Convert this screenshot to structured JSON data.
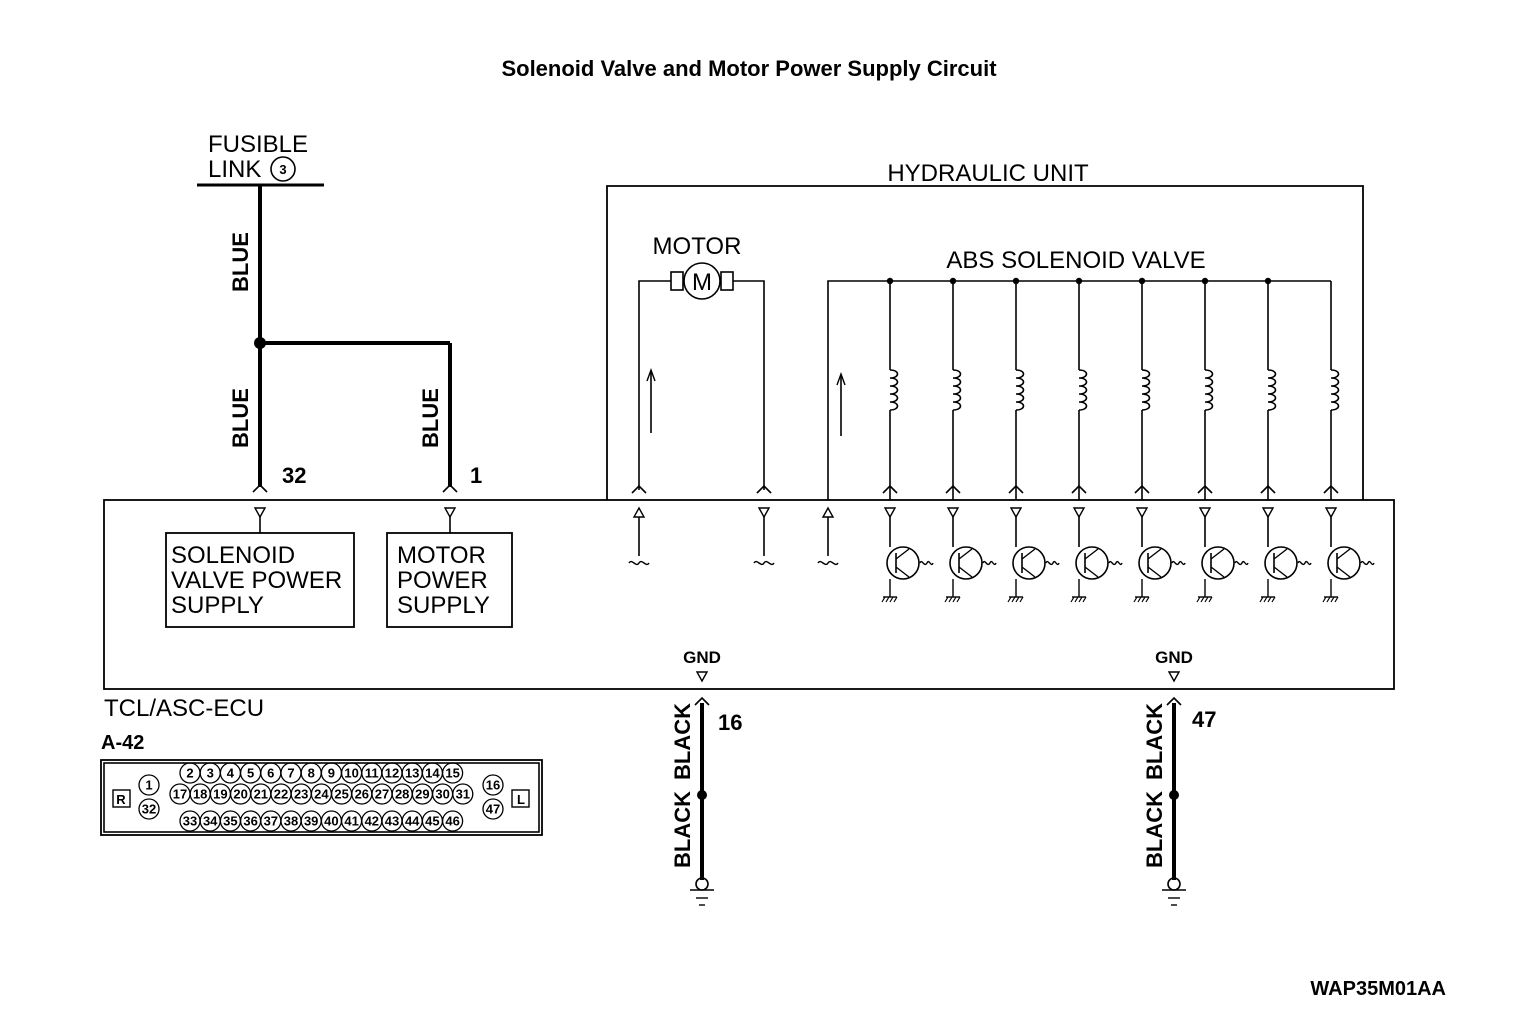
{
  "title": "Solenoid Valve and Motor Power Supply Circuit",
  "fusible_link": {
    "line1": "FUSIBLE",
    "line2": "LINK",
    "number": "3"
  },
  "hydraulic_unit": {
    "label": "HYDRAULIC UNIT",
    "motor_label": "MOTOR",
    "motor_symbol": "M",
    "solenoid_label": "ABS SOLENOID VALVE"
  },
  "wires": {
    "blue": "BLUE",
    "black": "BLACK"
  },
  "pins": {
    "solenoid": "32",
    "motor": "1",
    "gnd1": "16",
    "gnd2": "47"
  },
  "ecu": {
    "label": "TCL/ASC-ECU",
    "solenoid_supply": [
      "SOLENOID",
      "VALVE POWER",
      "SUPPLY"
    ],
    "motor_supply": [
      "MOTOR",
      "POWER",
      "SUPPLY"
    ],
    "gnd": "GND"
  },
  "connector": {
    "id": "A-42",
    "left_mark": "R",
    "right_mark": "L",
    "left_pins": [
      "1",
      "32"
    ],
    "right_pins": [
      "16",
      "47"
    ],
    "row1": [
      "2",
      "3",
      "4",
      "5",
      "6",
      "7",
      "8",
      "9",
      "10",
      "11",
      "12",
      "13",
      "14",
      "15"
    ],
    "row2": [
      "17",
      "18",
      "19",
      "20",
      "21",
      "22",
      "23",
      "24",
      "25",
      "26",
      "27",
      "28",
      "29",
      "30",
      "31"
    ],
    "row3": [
      "33",
      "34",
      "35",
      "36",
      "37",
      "38",
      "39",
      "40",
      "41",
      "42",
      "43",
      "44",
      "45",
      "46"
    ]
  },
  "figure_code": "WAP35M01AA"
}
